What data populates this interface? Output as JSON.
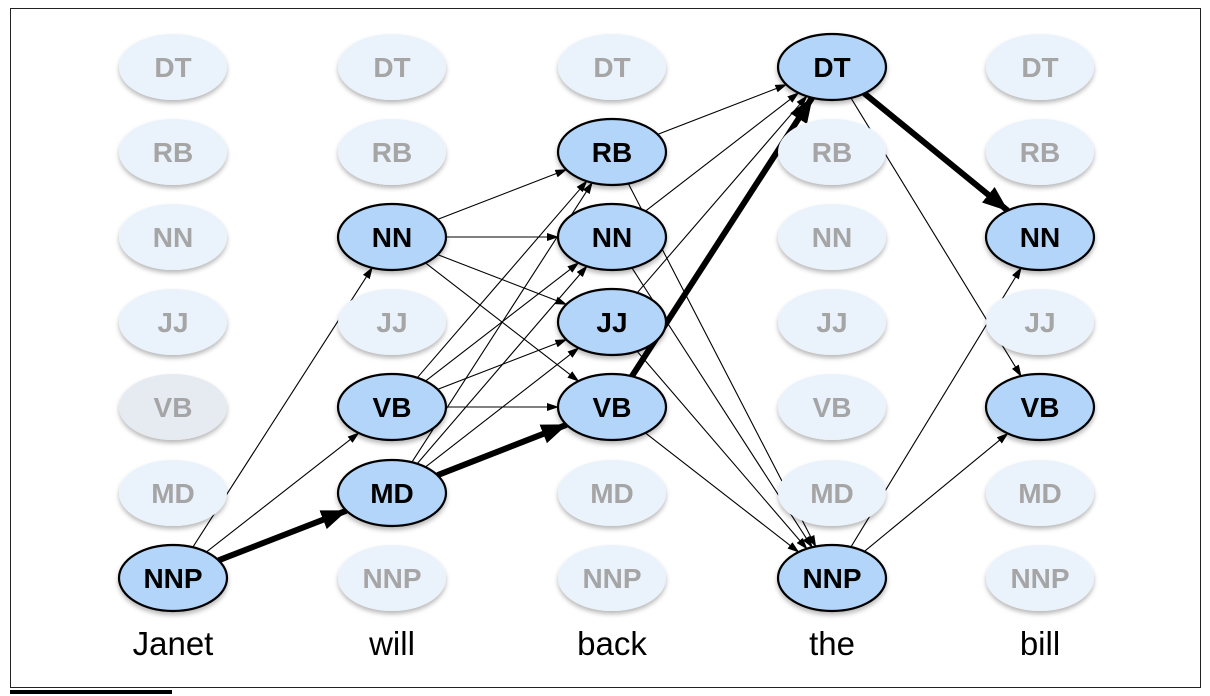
{
  "tags": [
    "DT",
    "RB",
    "NN",
    "JJ",
    "VB",
    "MD",
    "NNP"
  ],
  "words": [
    "Janet",
    "will",
    "back",
    "the",
    "bill"
  ],
  "active": [
    [
      "NNP"
    ],
    [
      "NN",
      "VB",
      "MD"
    ],
    [
      "RB",
      "NN",
      "JJ",
      "VB"
    ],
    [
      "DT",
      "NNP"
    ],
    [
      "NN",
      "VB"
    ]
  ],
  "best_path": [
    "NNP",
    "MD",
    "VB",
    "DT",
    "NN"
  ],
  "colors": {
    "active_fill": "#b3d5f9",
    "inactive_fill": "#eaf2fb",
    "inactive_fill_alt": "#e6ebf1",
    "active_text": "#000000",
    "inactive_text": "#a5a5a5",
    "edge": "#000000"
  }
}
